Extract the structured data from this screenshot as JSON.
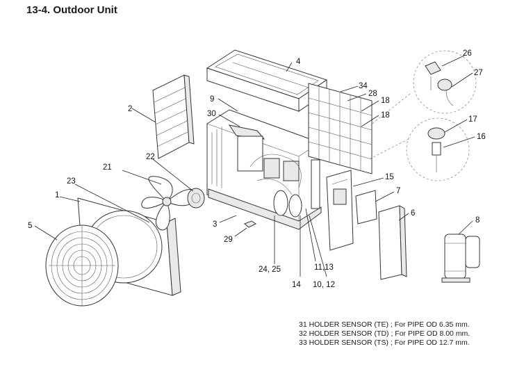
{
  "title": "13-4.  Outdoor Unit",
  "callouts": {
    "c1": "1",
    "c2": "2",
    "c3": "3",
    "c4": "4",
    "c5": "5",
    "c6": "6",
    "c7": "7",
    "c8": "8",
    "c9": "9",
    "c14": "14",
    "c15": "15",
    "c16": "16",
    "c17": "17",
    "c18a": "18",
    "c18b": "18",
    "c21": "21",
    "c22": "22",
    "c23": "23",
    "c24_25": "24, 25",
    "c26": "26",
    "c27": "27",
    "c28": "28",
    "c29": "29",
    "c30": "30",
    "c34": "34",
    "c11_13": "11,13",
    "c10_12": "10, 12"
  },
  "notes": [
    "31 HOLDER SENSOR (TE) ; For PIPE OD 6.35 mm.",
    "32 HOLDER SENSOR (TD) ; For PIPE OD 8.00 mm.",
    "33 HOLDER SENSOR (TS) ; For PIPE OD 12.7 mm."
  ]
}
